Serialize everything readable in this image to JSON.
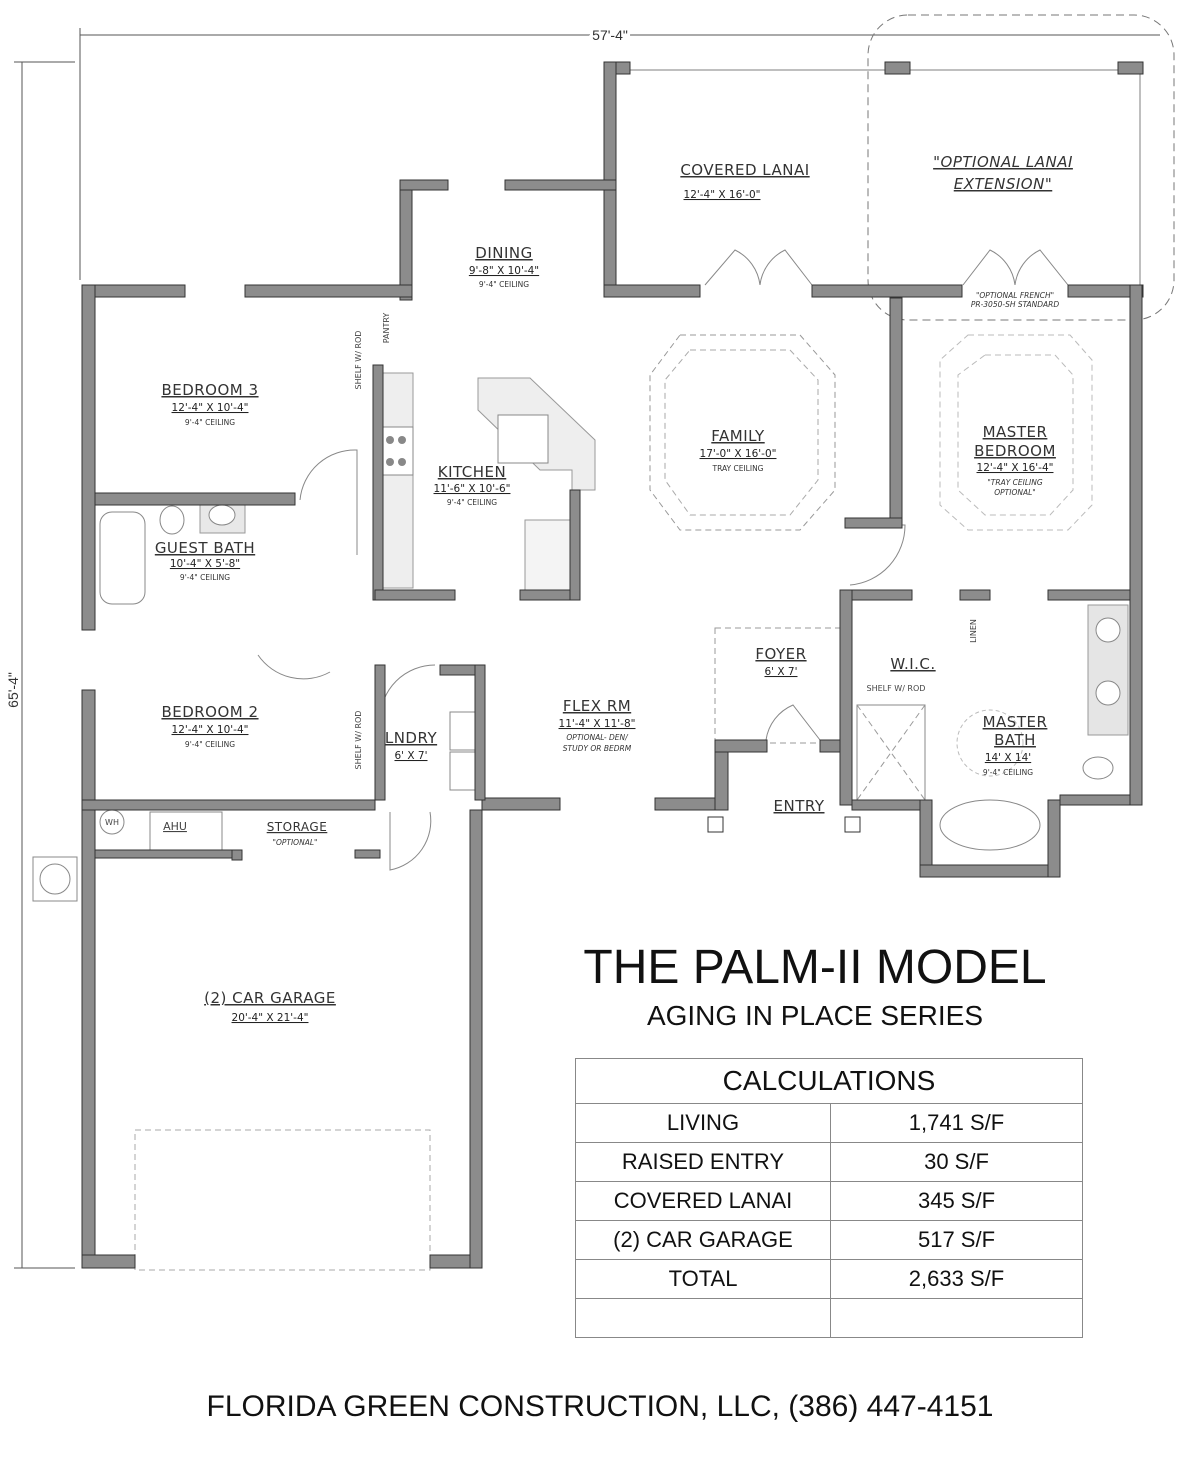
{
  "dimensions": {
    "width": "57'-4\"",
    "depth": "65'-4\""
  },
  "rooms": [
    {
      "name": "COVERED LANAI",
      "dims": "12'-4\" X 16'-0\""
    },
    {
      "name": "\"OPTIONAL LANAI",
      "name2": "EXTENSION\""
    },
    {
      "name": "DINING",
      "dims": "9'-8\" X 10'-4\"",
      "note": "9'-4\" CEILING"
    },
    {
      "name": "BEDROOM 3",
      "dims": "12'-4\" X 10'-4\"",
      "note": "9'-4\" CEILING"
    },
    {
      "name": "KITCHEN",
      "dims": "11'-6\" X 10'-6\"",
      "note": "9'-4\" CEILING"
    },
    {
      "name": "FAMILY",
      "dims": "17'-0\" X 16'-0\"",
      "note": "TRAY CEILING"
    },
    {
      "name": "MASTER",
      "name2": "BEDROOM",
      "dims": "12'-4\" X 16'-4\"",
      "note": "\"TRAY CEILING",
      "note2": "OPTIONAL\""
    },
    {
      "name": "GUEST BATH",
      "dims": "10'-4\" X 5'-8\"",
      "note": "9'-4\" CEILING"
    },
    {
      "name": "BEDROOM 2",
      "dims": "12'-4\" X 10'-4\"",
      "note": "9'-4\" CEILING"
    },
    {
      "name": "LNDRY",
      "dims": "6' X 7'"
    },
    {
      "name": "FLEX RM",
      "dims": "11'-4\" X 11'-8\"",
      "note": "OPTIONAL- DEN/",
      "note2": "STUDY OR BEDRM"
    },
    {
      "name": "FOYER",
      "dims": "6' X 7'"
    },
    {
      "name": "W.I.C.",
      "note": "SHELF W/ ROD"
    },
    {
      "name": "MASTER",
      "name2": "BATH",
      "dims": "14' X 14'",
      "note": "9'-4\" CEILING"
    },
    {
      "name": "ENTRY"
    },
    {
      "name": "STORAGE",
      "note": "\"OPTIONAL\""
    },
    {
      "name": "(2) CAR GARAGE",
      "dims": "20'-4\" X 21'-4\""
    }
  ],
  "fixtures": {
    "wh": "WH",
    "ahu": "AHU",
    "shelf_rod": "SHELF W/ ROD",
    "pantry": "PANTRY",
    "linen": "LINEN",
    "french_door": "\"OPTIONAL FRENCH\"",
    "french_door_spec": "PR-3050-SH STANDARD"
  },
  "title": "THE PALM-II MODEL",
  "subtitle": "AGING IN PLACE SERIES",
  "calculations": {
    "header": "CALCULATIONS",
    "rows": [
      {
        "label": "LIVING",
        "value": "1,741 S/F"
      },
      {
        "label": "RAISED ENTRY",
        "value": "30 S/F"
      },
      {
        "label": "COVERED LANAI",
        "value": "345 S/F"
      },
      {
        "label": "(2) CAR GARAGE",
        "value": "517 S/F"
      },
      {
        "label": "TOTAL",
        "value": "2,633 S/F"
      },
      {
        "label": "",
        "value": ""
      }
    ]
  },
  "footer": "FLORIDA GREEN CONSTRUCTION, LLC, (386) 447-4151",
  "colors": {
    "wall": "#8c8c8c",
    "wall_edge": "#333333",
    "line": "#999999"
  }
}
